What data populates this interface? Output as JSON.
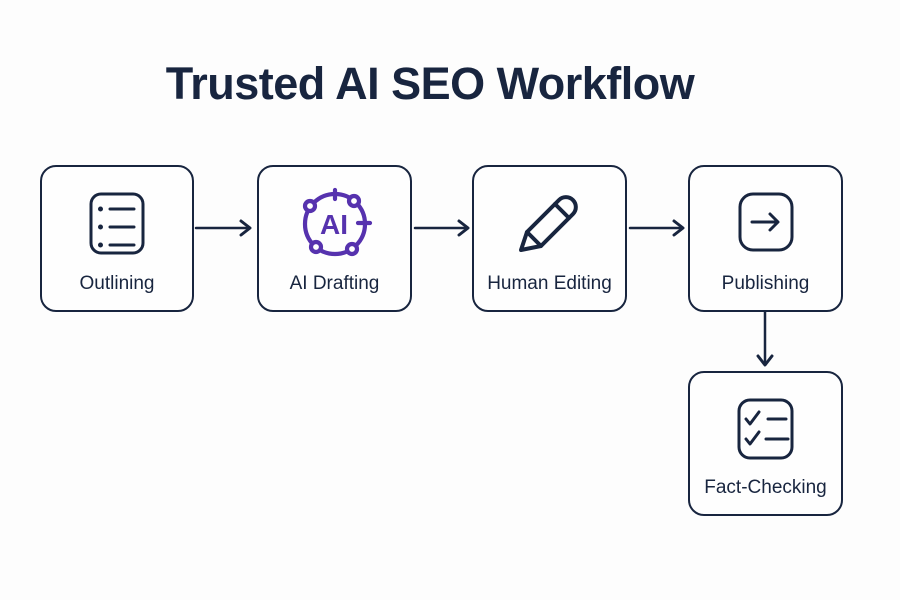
{
  "title": "Trusted AI SEO Workflow",
  "colors": {
    "navy": "#18253f",
    "purple": "#5632ae",
    "background": "#fdfdfd",
    "box_background": "#fefefe"
  },
  "workflow": {
    "steps": [
      {
        "label": "Outlining",
        "icon": "list-icon"
      },
      {
        "label": "AI Drafting",
        "icon": "ai-circle-icon"
      },
      {
        "label": "Human Editing",
        "icon": "pencil-icon"
      },
      {
        "label": "Publishing",
        "icon": "arrow-right-box-icon"
      },
      {
        "label": "Fact-Checking",
        "icon": "checklist-icon"
      }
    ],
    "ai_icon_text": "AI",
    "connections": [
      {
        "from": "Outlining",
        "to": "AI Drafting",
        "direction": "right"
      },
      {
        "from": "AI Drafting",
        "to": "Human Editing",
        "direction": "right"
      },
      {
        "from": "Human Editing",
        "to": "Publishing",
        "direction": "right"
      },
      {
        "from": "Publishing",
        "to": "Fact-Checking",
        "direction": "down"
      }
    ]
  }
}
